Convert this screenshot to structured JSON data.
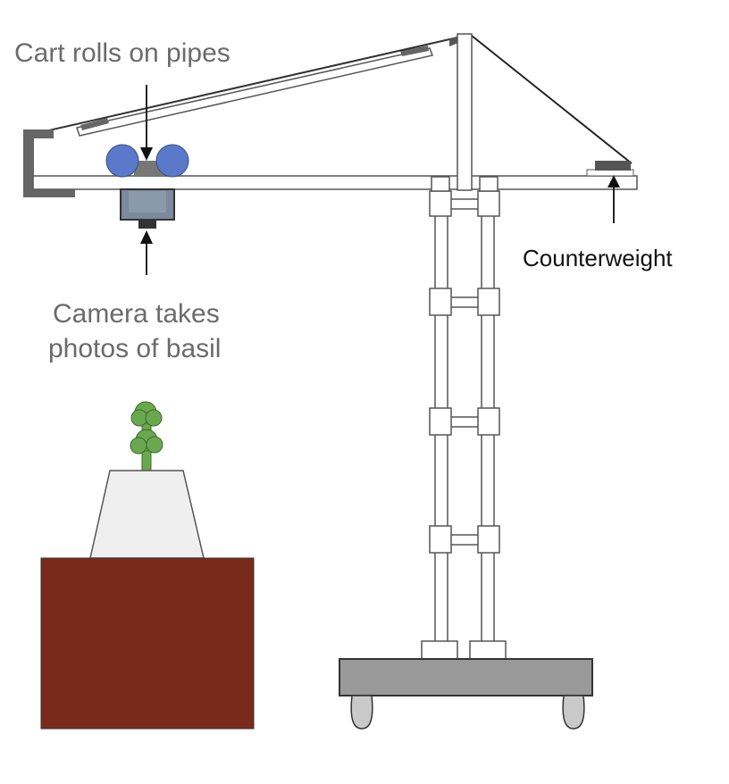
{
  "labels": {
    "cart": "Cart rolls on pipes",
    "camera_line1": "Camera takes",
    "camera_line2": "photos of basil",
    "counterweight": "Counterweight"
  },
  "colors": {
    "wheel": "#5a79c8",
    "camera": "#7b8a9c",
    "bracket": "#666666",
    "table": "#7a2a1a",
    "pot": "#efefef",
    "plant": "#6aa84f",
    "base": "#999999"
  }
}
